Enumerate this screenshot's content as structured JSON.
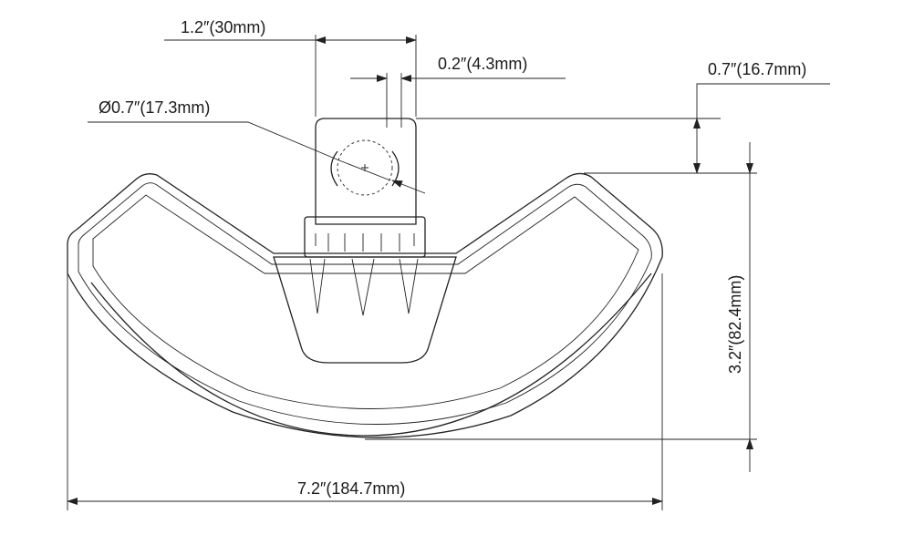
{
  "dimensions": {
    "base_mount_width": "1.2″(30mm)",
    "slot_width": "0.2″(4.3mm)",
    "offset_height": "0.7″(16.7mm)",
    "hole_diameter": "Ø0.7″(17.3mm)",
    "total_height": "3.2″(82.4mm)",
    "total_width": "7.2″(184.7mm)"
  },
  "colors": {
    "line": "#222222",
    "background": "#ffffff"
  }
}
